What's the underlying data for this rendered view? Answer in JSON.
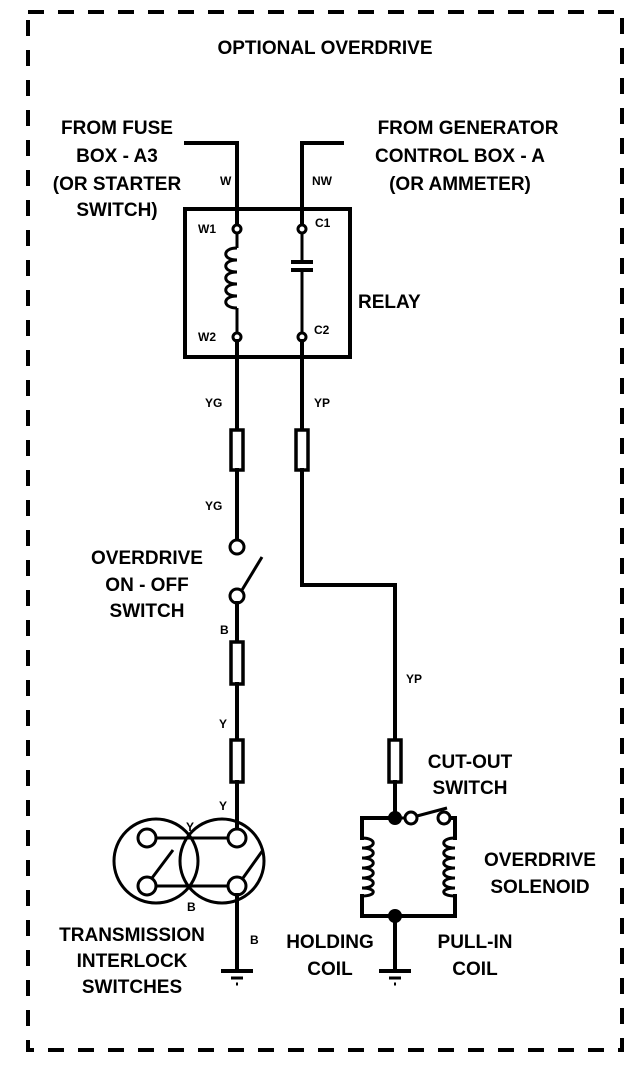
{
  "title": "OPTIONAL OVERDRIVE",
  "colors": {
    "ink": "#000000",
    "background": "#ffffff"
  },
  "sources": {
    "fuse_box": [
      "FROM FUSE",
      "BOX - A3",
      "(OR STARTER",
      "SWITCH)"
    ],
    "generator": [
      "FROM GENERATOR",
      "CONTROL BOX - A",
      "(OR AMMETER)"
    ]
  },
  "wire_codes": {
    "fuse_feed": "W",
    "generator_feed": "NW",
    "relay_out_left": "YG",
    "relay_out_right": "YP",
    "fuse_to_switch": "YG",
    "switch_out": "B",
    "interlock_feed": "Y",
    "interlock_in": "Y",
    "interlock_bridge_top": "Y",
    "interlock_bridge_bottom": "B",
    "interlock_ground": "B",
    "solenoid_feed": "YP"
  },
  "relay": {
    "label": "RELAY",
    "terminals": {
      "w1": "W1",
      "w2": "W2",
      "c1": "C1",
      "c2": "C2"
    }
  },
  "overdrive_switch": [
    "OVERDRIVE",
    "ON - OFF",
    "SWITCH"
  ],
  "interlock": [
    "TRANSMISSION",
    "INTERLOCK",
    "SWITCHES"
  ],
  "cutout_switch": [
    "CUT-OUT",
    "SWITCH"
  ],
  "solenoid": [
    "OVERDRIVE",
    "SOLENOID"
  ],
  "holding_coil": [
    "HOLDING",
    "COIL"
  ],
  "pullin_coil": [
    "PULL-IN",
    "COIL"
  ]
}
